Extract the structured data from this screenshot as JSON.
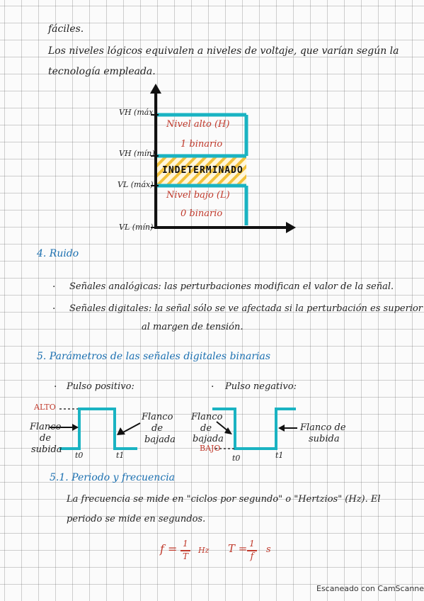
{
  "intro": {
    "line1": "fáciles.",
    "line2": "Los niveles lógicos equivalen a niveles de voltaje, que varían según la",
    "line3": "tecnología empleada."
  },
  "levels_diagram": {
    "y_labels": [
      "VH (máx)",
      "VH (mín)",
      "VL (máx)",
      "VL (mín)"
    ],
    "high_label": "Nivel alto (H)",
    "high_value": "1 binario",
    "undetermined": "INDETERMINADO",
    "low_label": "Nivel bajo (L)",
    "low_value": "0 binario",
    "colors": {
      "band": "#1ab3c2",
      "undetermined": "#f2c13a",
      "text": "#c0392b"
    }
  },
  "section4": {
    "title": "4. Ruido",
    "bullet1": "Señales analógicas: las perturbaciones modifican el valor de la señal.",
    "bullet2a": "Señales digitales: la señal sólo se ve afectada si la perturbación es superior",
    "bullet2b": "al margen de tensión."
  },
  "section5": {
    "title": "5. Parámetros de las señales digitales binarias",
    "pulse_pos": "Pulso positivo:",
    "pulse_neg": "Pulso negativo:",
    "alto": "ALTO",
    "bajo": "BAJO",
    "flanco_subida_left": [
      "Flanco",
      "de",
      "subida"
    ],
    "flanco_bajada_left": [
      "Flanco",
      "de",
      "bajada"
    ],
    "flanco_bajada_right": [
      "Flanco",
      "de",
      "bajada"
    ],
    "flanco_subida_right": [
      "Flanco de",
      "subida"
    ],
    "t0": "t0",
    "t1": "t1",
    "t0b": "t0",
    "t1b": "t1"
  },
  "section51": {
    "title": "5.1. Periodo y frecuencia",
    "line1": "La frecuencia se mide en \"ciclos por segundo\" o \"Hertzios\" (Hz). El",
    "line2": "periodo se mide en segundos.",
    "formula1_lhs": "f =",
    "formula1_num": "1",
    "formula1_den": "T",
    "formula1_unit": "Hz",
    "formula2_lhs": "T =",
    "formula2_num": "1",
    "formula2_den": "f",
    "formula2_unit": "s"
  },
  "footer": {
    "scanner": "Escaneado con CamScanner"
  }
}
